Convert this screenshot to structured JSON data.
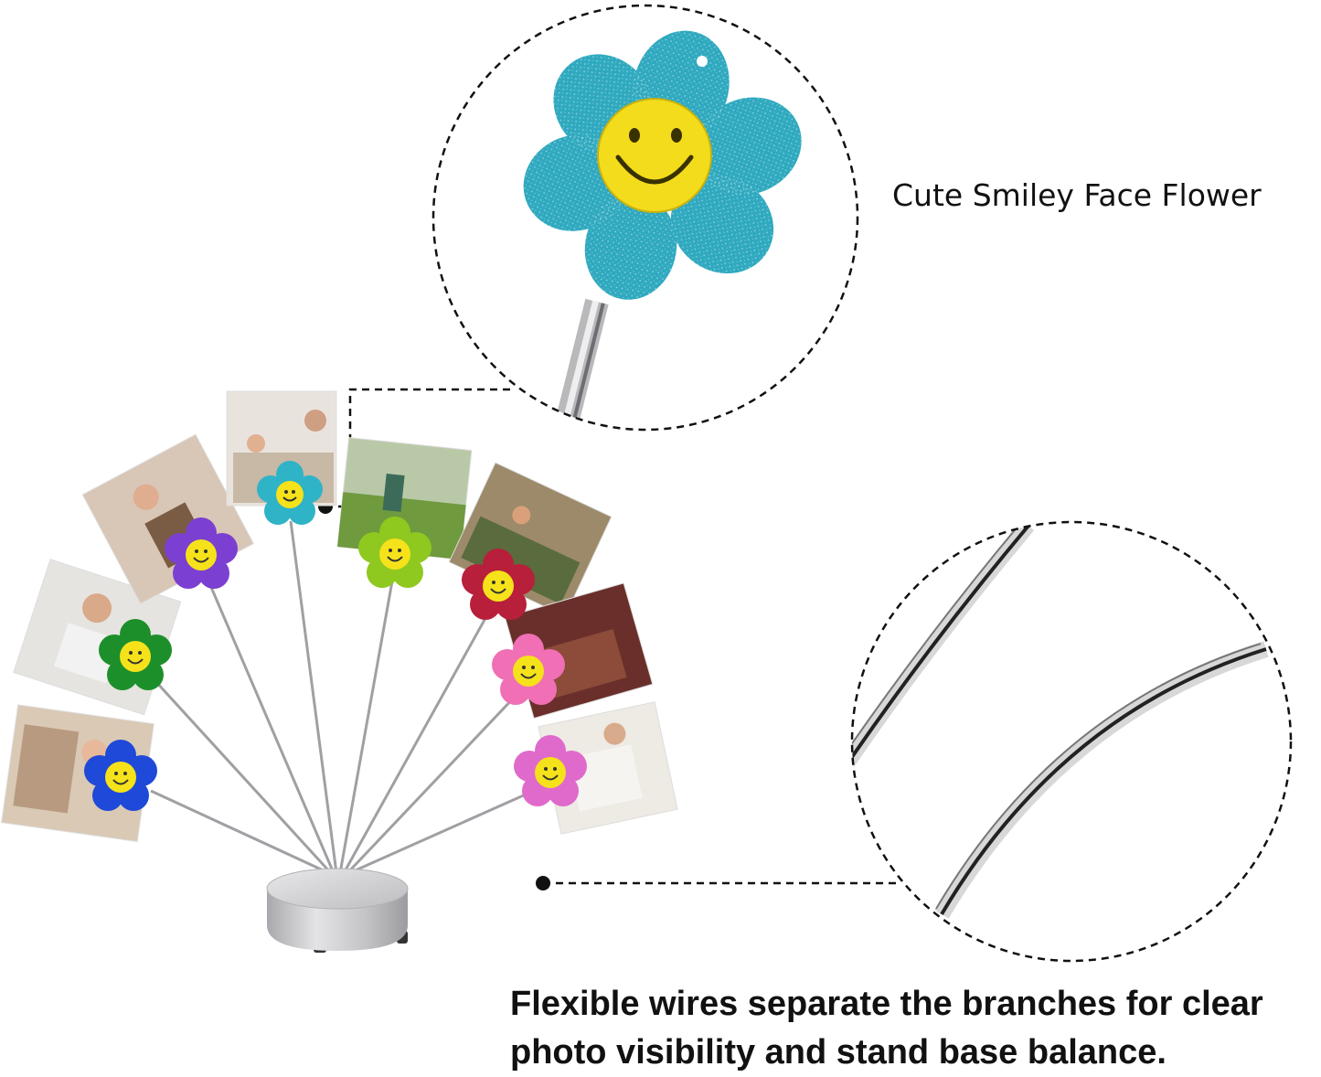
{
  "callouts": {
    "flower_caption": "Cute Smiley Face Flower",
    "wires_caption_line1": "Flexible wires separate the branches for clear",
    "wires_caption_line2": "photo visibility and stand base balance."
  },
  "product": {
    "flower_colors": {
      "blue": "#1f49d8",
      "green": "#1d8f2a",
      "purple": "#7b3fd1",
      "teal": "#2fb3c7",
      "lime": "#8fc81f",
      "crimson": "#b81f3a",
      "pink": "#f06fb5",
      "magenta": "#e06acb",
      "face": "#f5e21a"
    },
    "base_color": "#c9c9cc",
    "wire_color": "#9a9a9e"
  }
}
